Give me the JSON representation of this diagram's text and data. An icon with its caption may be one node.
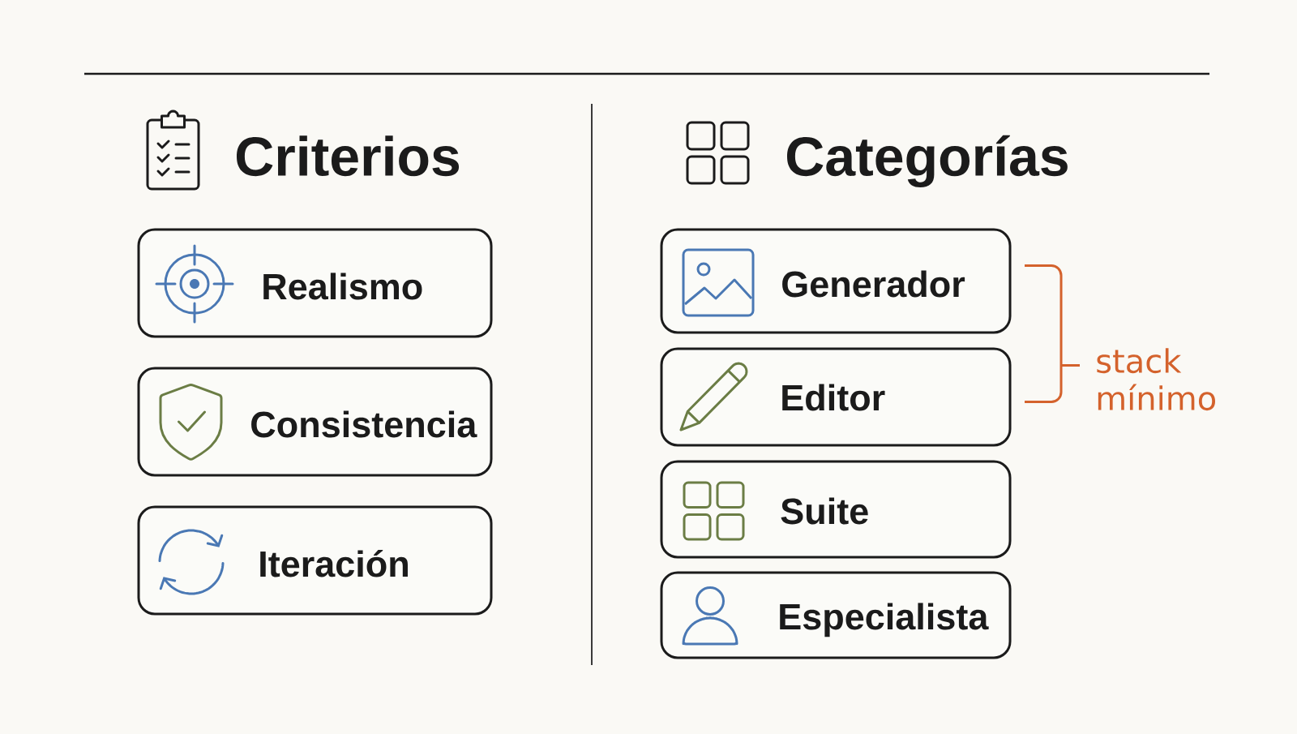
{
  "diagram": {
    "nodes": [
      {
        "text": [
          "Realismo"
        ]
      },
      {
        "text": [
          "Consistencia"
        ]
      },
      {
        "text": [
          "Iteración"
        ]
      },
      {
        "text": [
          "Generador"
        ]
      },
      {
        "text": [
          "Editor"
        ]
      },
      {
        "text": [
          "Suite"
        ]
      },
      {
        "text": [
          "Especialista"
        ]
      }
    ],
    "labels": [
      "Criterios",
      "Categorías",
      "stack mínimo"
    ]
  }
}
